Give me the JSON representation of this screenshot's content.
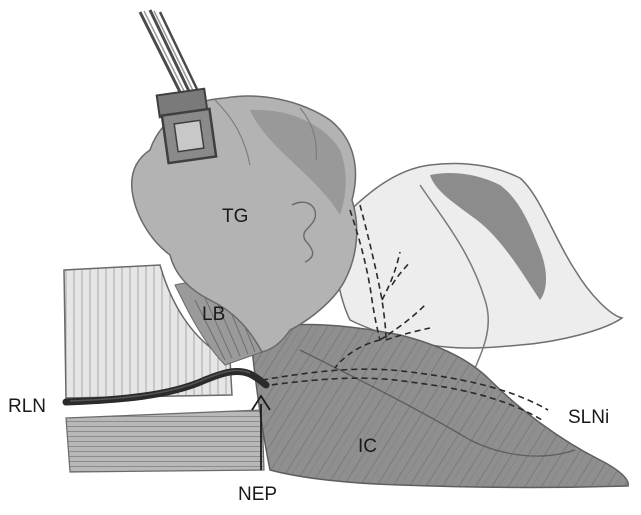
{
  "labels": {
    "tg": "TG",
    "lb": "LB",
    "rln": "RLN",
    "ic": "IC",
    "slni": "SLNi",
    "nep": "NEP"
  }
}
